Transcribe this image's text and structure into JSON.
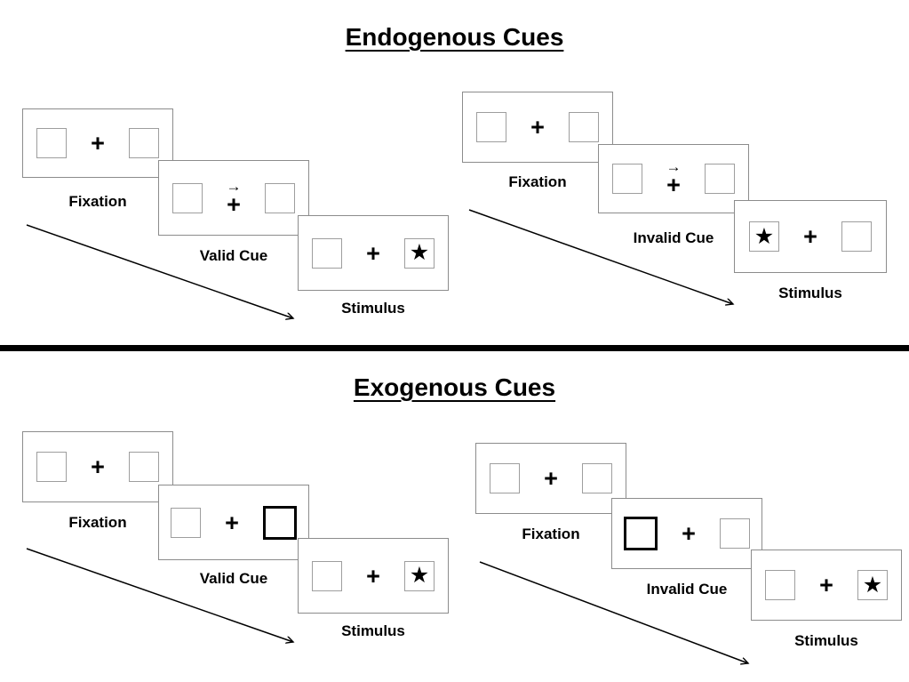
{
  "glyphs": {
    "plus": "+",
    "cue_arrow": "→",
    "star": "★"
  },
  "sections": [
    {
      "title": "Endogenous Cues",
      "sequences": [
        {
          "name": "valid",
          "panels": [
            {
              "label": "Fixation"
            },
            {
              "label": "Valid Cue"
            },
            {
              "label": "Stimulus"
            }
          ]
        },
        {
          "name": "invalid",
          "panels": [
            {
              "label": "Fixation"
            },
            {
              "label": "Invalid Cue"
            },
            {
              "label": "Stimulus"
            }
          ]
        }
      ]
    },
    {
      "title": "Exogenous Cues",
      "sequences": [
        {
          "name": "valid",
          "panels": [
            {
              "label": "Fixation"
            },
            {
              "label": "Valid Cue"
            },
            {
              "label": "Stimulus"
            }
          ]
        },
        {
          "name": "invalid",
          "panels": [
            {
              "label": "Fixation"
            },
            {
              "label": "Invalid Cue"
            },
            {
              "label": "Stimulus"
            }
          ]
        }
      ]
    }
  ]
}
